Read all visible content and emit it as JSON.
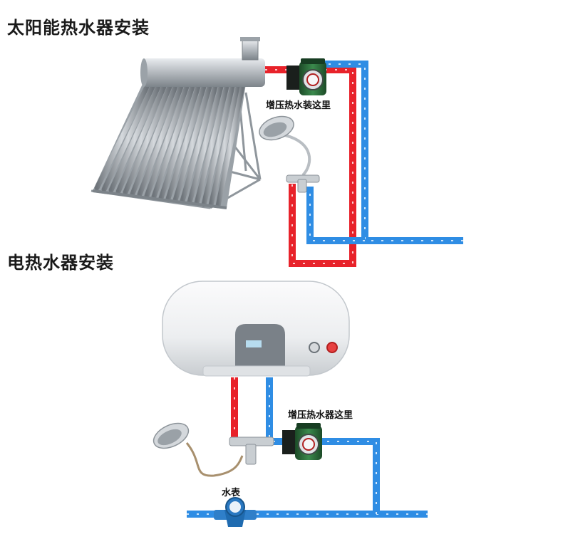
{
  "solar_section": {
    "title": "太阳能热水器安装",
    "pump_label": "增压热水装这里"
  },
  "electric_section": {
    "title": "电热水器安装",
    "pump_label": "增压热水器这里",
    "meter_label": "水表"
  },
  "colors": {
    "hot_pipe": "#e8222a",
    "cold_pipe": "#2f8de4",
    "pump_green": "#2b6b3a",
    "tank_white": "#f2f3f4"
  }
}
